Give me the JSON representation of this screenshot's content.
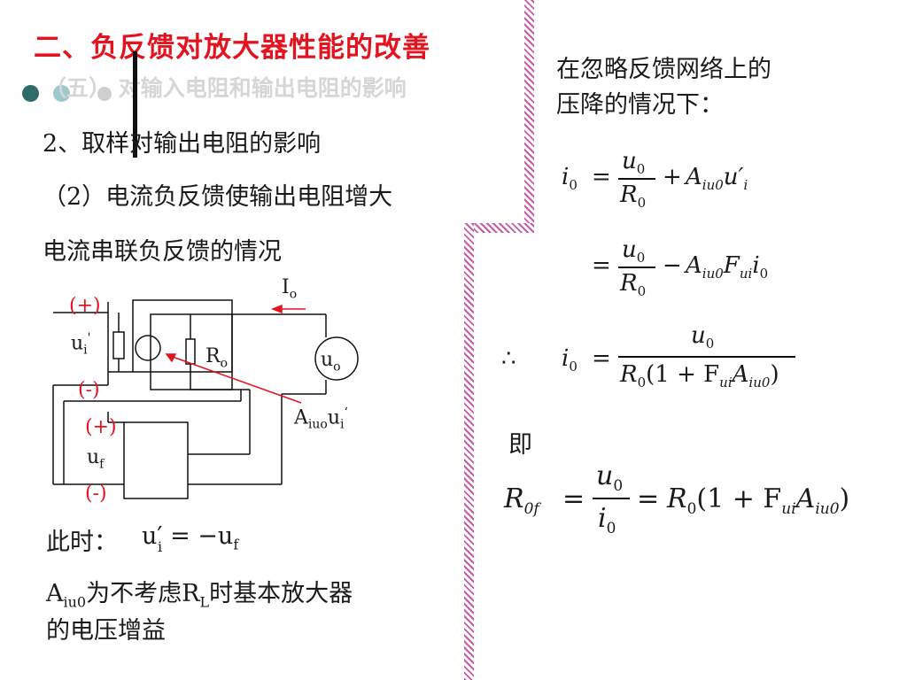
{
  "slide": {
    "title": "二、负反馈对放大器性能的改善",
    "subtitle": "（五） 对输入电阻和输出电阻的影响",
    "heading_2": "2、取样对输出电阻的影响",
    "heading_2_2": "（2）电流负反馈使输出电阻增大",
    "heading_series": "电流串联负反馈的情况",
    "at_this_time": "此时：",
    "eq_ui": "u′ = −u",
    "eq_ui_sub_i": "i",
    "eq_ui_sub_f": "f",
    "note_A": "A",
    "note_A_sub": "iu0",
    "note_text1": "为不考虑R",
    "note_L": "L",
    "note_text2": "时基本放大器",
    "note_line2": "的电压增益"
  },
  "right": {
    "neglect_line1": "在忽略反馈网络上的",
    "neglect_line2": "压降的情况下：",
    "therefore": "∴",
    "ji": "即"
  },
  "circuit": {
    "plus_top": "(+)",
    "minus_top": "(-)",
    "plus_bot": "(+)",
    "minus_bot": "(-)",
    "ui_label": "u",
    "ui_sub": "i",
    "ui_prime": "'",
    "uf_label": "u",
    "uf_sub": "f",
    "ro_label": "R",
    "ro_sub": "o",
    "io_label": "I",
    "io_sub": "o",
    "uo_label": "u",
    "uo_sub": "o",
    "aiuo_label": "A",
    "aiuo_sub": "iuo",
    "aiuo_u": "u",
    "aiuo_usub": "i",
    "aiuo_prime": "‘"
  },
  "equations": {
    "eq1_lhs": "i",
    "eq1_lhs_sub": "0",
    "eq1_num": "u",
    "eq1_num_sub": "0",
    "eq1_den": "R",
    "eq1_den_sub": "0",
    "eq1_rest_A": "A",
    "eq1_rest_A_sub": "iu0",
    "eq1_rest_u": "u′",
    "eq1_rest_u_sub": "i",
    "eq2_num": "u",
    "eq2_num_sub": "0",
    "eq2_den": "R",
    "eq2_den_sub": "0",
    "eq2_A": "A",
    "eq2_A_sub": "iu0",
    "eq2_F": "F",
    "eq2_F_sub": "ui",
    "eq2_i": "i",
    "eq2_i_sub": "0",
    "eq3_lhs": "i",
    "eq3_lhs_sub": "0",
    "eq3_num": "u",
    "eq3_num_sub": "0",
    "eq3_den_R": "R",
    "eq3_den_R_sub": "0",
    "eq3_den_rest": "(1 + F",
    "eq3_den_F_sub": "ui",
    "eq3_den_A": "A",
    "eq3_den_A_sub": "iu0",
    "eq3_den_close": ")",
    "eq4_lhs": "R",
    "eq4_lhs_sub": "0f",
    "eq4_num": "u",
    "eq4_num_sub": "0",
    "eq4_den": "i",
    "eq4_den_sub": "0",
    "eq4_R": "R",
    "eq4_R_sub": "0",
    "eq4_rest": "(1 + F",
    "eq4_F_sub": "ui",
    "eq4_A": "A",
    "eq4_A_sub": "iu0",
    "eq4_close": ")"
  },
  "colors": {
    "title": "#e3141f",
    "subtitle": "#d6d6d6",
    "dot1": "#2e6b6b",
    "dot2": "#9ec9cc",
    "dot3": "#cfcfcf",
    "stripe": "#c85aa8",
    "wire": "#111111",
    "arrow": "#e3141f"
  }
}
